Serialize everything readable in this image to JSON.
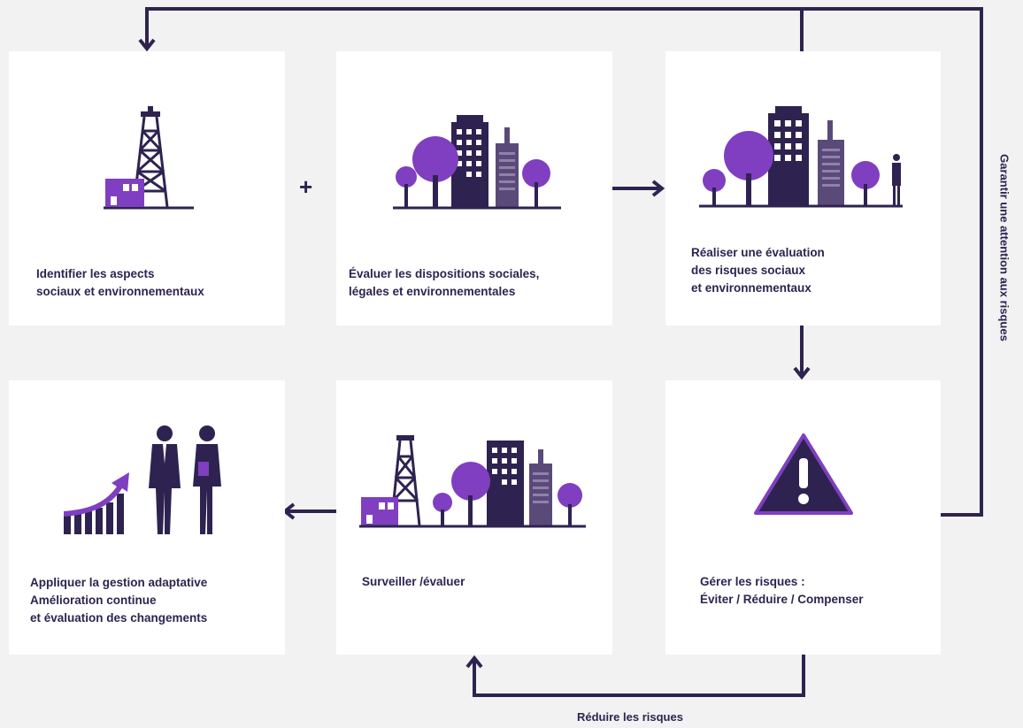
{
  "steps": [
    {
      "id": "identify",
      "label": "Identifier les aspects\nsociaux et environnementaux"
    },
    {
      "id": "evaluate",
      "label": "Évaluer les dispositions sociales,\nlégales et environnementales"
    },
    {
      "id": "assess",
      "label": "Réaliser une évaluation\ndes risques sociaux\net environnementaux"
    },
    {
      "id": "adaptive",
      "label": "Appliquer la gestion adaptative\nAmélioration continue\net évaluation des changements"
    },
    {
      "id": "monitor",
      "label": "Surveiller /évaluer"
    },
    {
      "id": "manage",
      "label": "Gérer les risques :\nÉviter / Réduire / Compenser"
    }
  ],
  "connectors": {
    "plus_symbol": "+",
    "side_loop_label": "Garantir une attention aux risques",
    "bottom_loop_label": "Réduire les risques"
  },
  "colors": {
    "dark": "#2e2350",
    "purple": "#7f3fc0",
    "light_purple": "#8e57cc",
    "background": "#f2f2f2",
    "card": "#ffffff"
  },
  "icons": {
    "identify": "oil-derrick-icon",
    "evaluate": "city-trees-icon",
    "assess": "city-person-icon",
    "adaptive": "growth-chart-people-icon",
    "monitor": "derrick-city-icon",
    "manage": "warning-triangle-icon"
  }
}
